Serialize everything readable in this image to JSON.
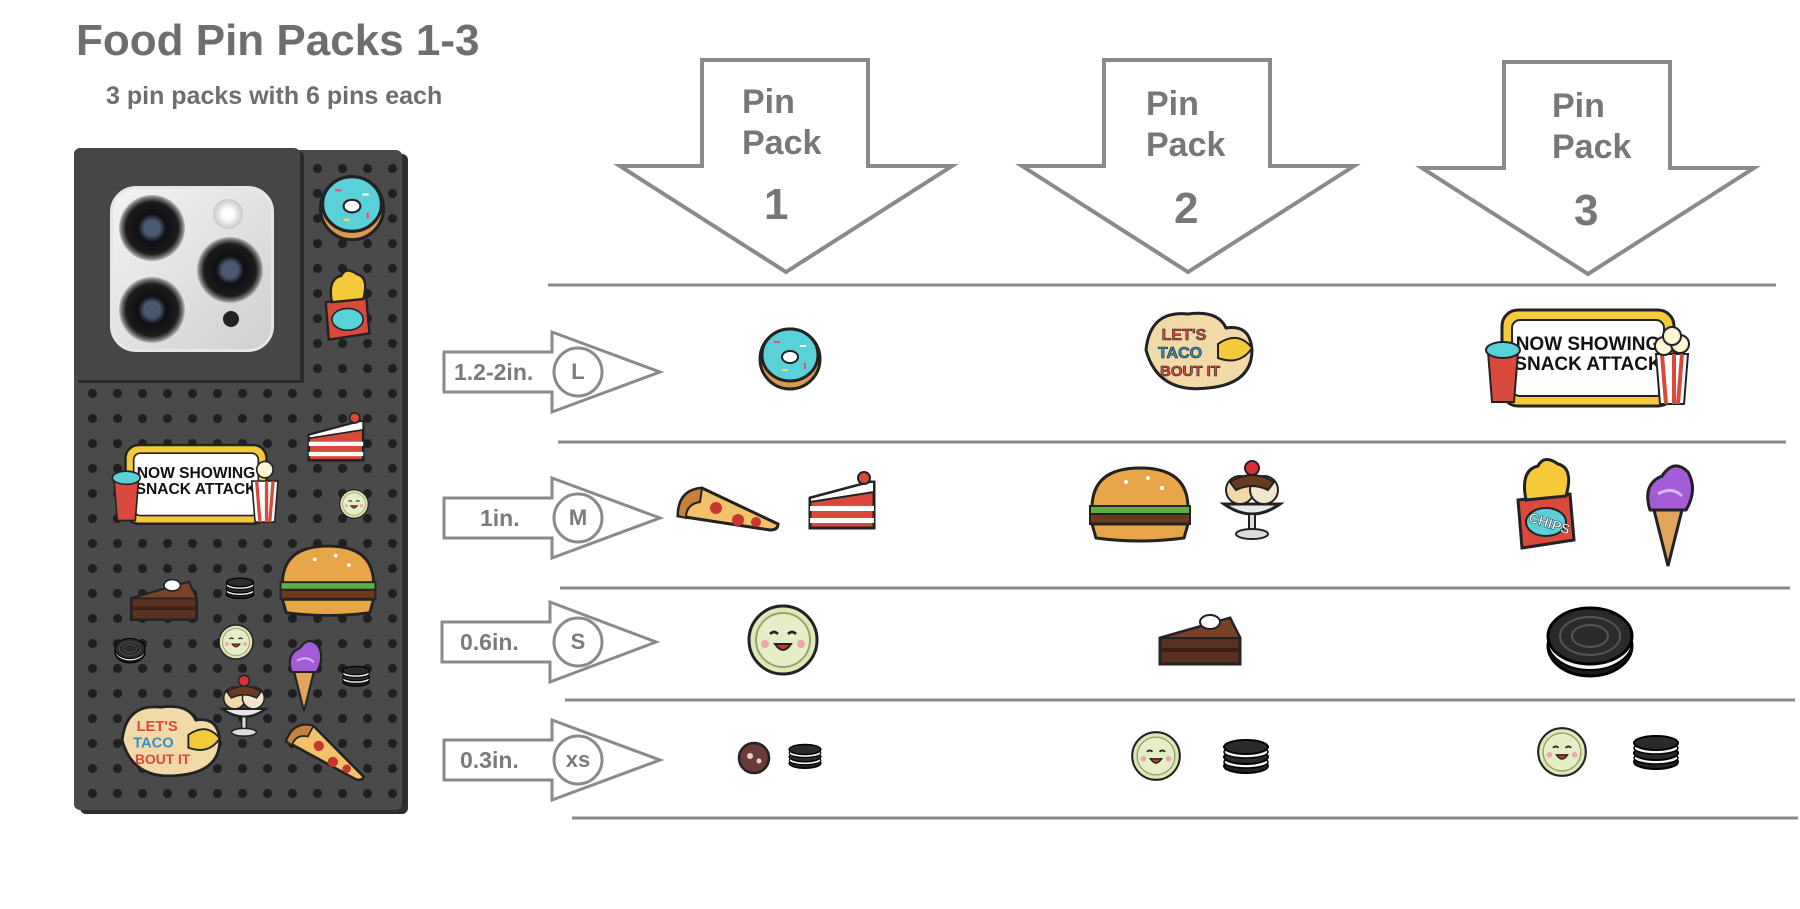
{
  "header": {
    "title": "Food Pin Packs 1-3",
    "subtitle": "3 pin packs with 6 pins each"
  },
  "packs": [
    {
      "line1": "Pin",
      "line2": "Pack",
      "number": "1"
    },
    {
      "line1": "Pin",
      "line2": "Pack",
      "number": "2"
    },
    {
      "line1": "Pin",
      "line2": "Pack",
      "number": "3"
    }
  ],
  "sizes": [
    {
      "label": "1.2-2in.",
      "code": "L"
    },
    {
      "label": "1in.",
      "code": "M"
    },
    {
      "label": "0.6in.",
      "code": "S"
    },
    {
      "label": "0.3in.",
      "code": "xs"
    }
  ],
  "pins": {
    "row_l": [
      "donut-icon",
      "taco-sign-icon",
      "snack-attack-sign-icon"
    ],
    "row_m": [
      [
        "pizza-slice-icon",
        "cake-slice-icon"
      ],
      [
        "burger-icon",
        "sundae-icon"
      ],
      [
        "chips-bag-icon",
        "ice-cream-cone-icon"
      ]
    ],
    "row_s": [
      "smiley-cookie-icon",
      "chocolate-cake-icon",
      "oreo-cookie-icon"
    ],
    "row_xs": [
      [
        "mini-cookie-icon",
        "mini-oreo-stack-icon"
      ],
      [
        "mini-smiley-icon",
        "mini-oreo-stack-icon"
      ],
      [
        "mini-smiley-icon",
        "mini-oreo-stack-icon"
      ]
    ]
  },
  "sign_text": {
    "snack_line1": "NOW SHOWING",
    "snack_line2": "SNACK ATTACK",
    "taco_line1": "LET'S",
    "taco_line2": "TACO",
    "taco_line3": "BOUT IT",
    "chips": "CHIPS"
  },
  "colors": {
    "outline_gray": "#8a8a8a",
    "phone_body": "#4a4a4a",
    "accent_teal": "#5ad0d8",
    "accent_red": "#d94a3d",
    "accent_purple": "#a35bd6"
  }
}
